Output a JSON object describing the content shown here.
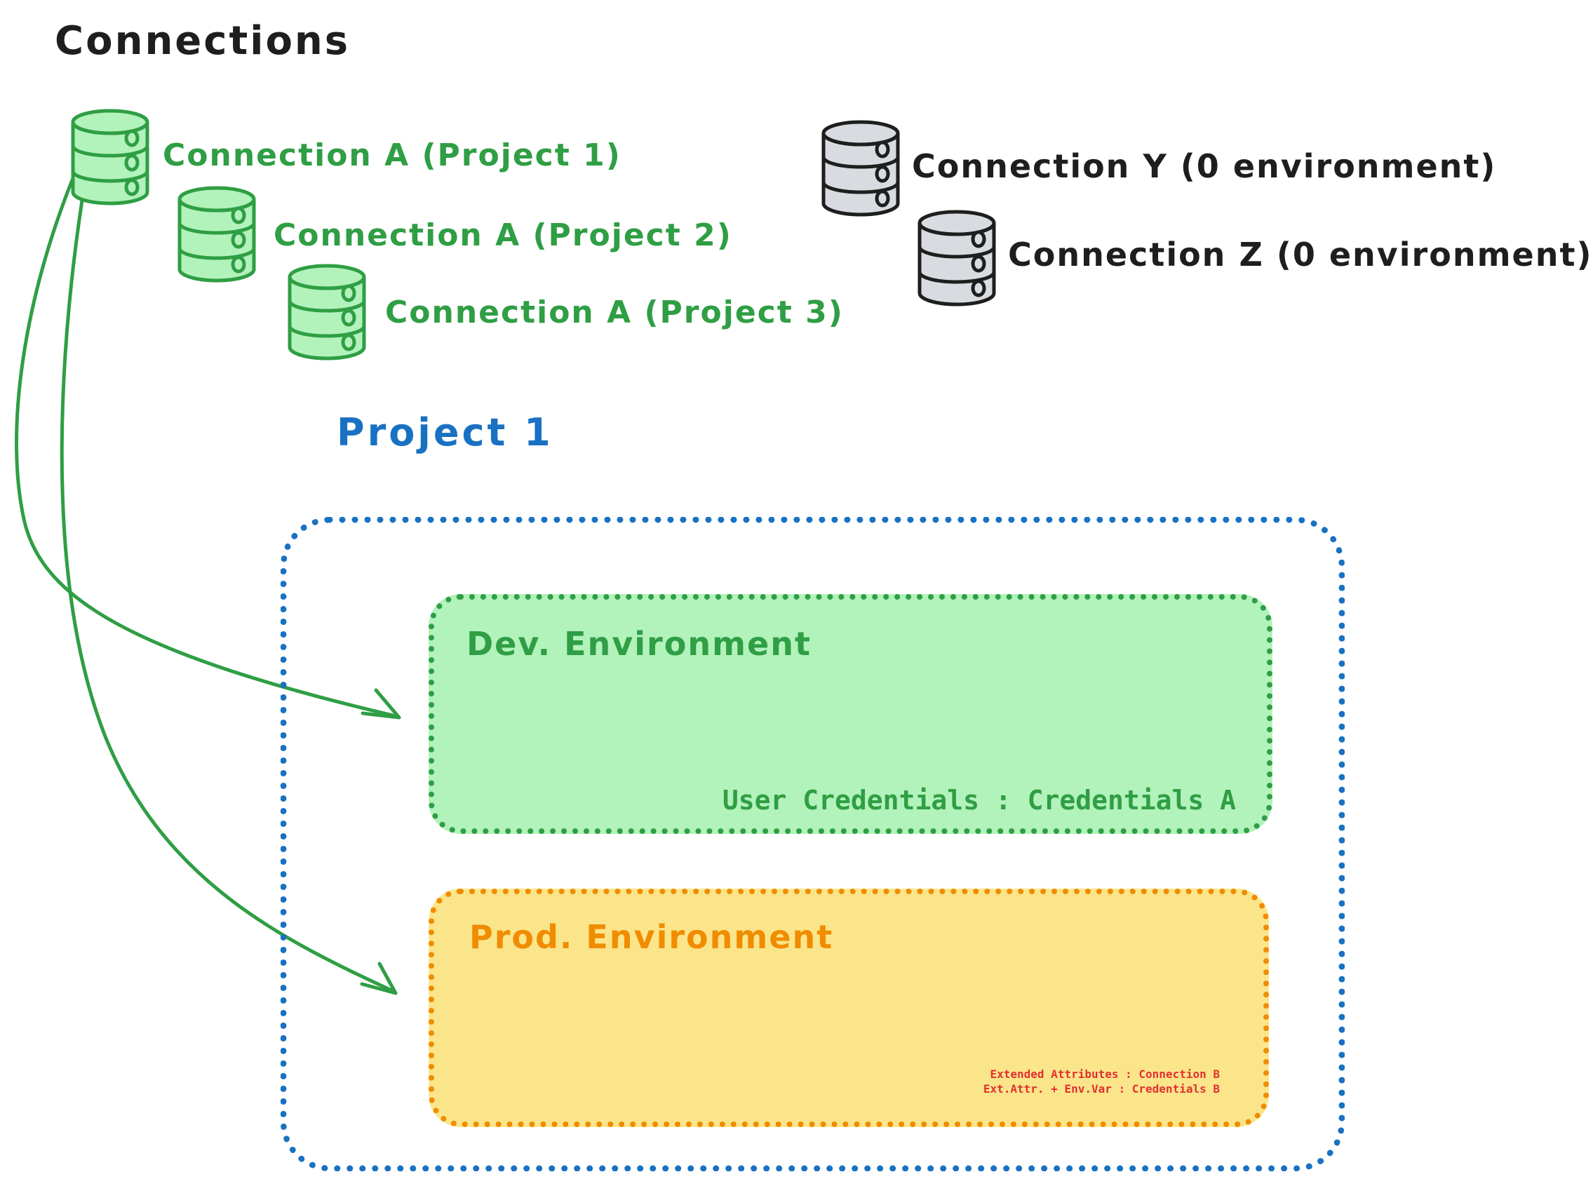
{
  "title": "Connections",
  "colors": {
    "black": "#1e1e1e",
    "green": "#2f9e44",
    "green_fill": "#b2f2bb",
    "blue": "#1971c2",
    "orange": "#f08c00",
    "orange_fill": "#fbe58a",
    "red": "#e03131",
    "gray_fill": "#d8dce0"
  },
  "connections": {
    "green": [
      {
        "label": "Connection A (Project 1)"
      },
      {
        "label": "Connection A (Project 2)"
      },
      {
        "label": "Connection A (Project 3)"
      }
    ],
    "gray": [
      {
        "label": "Connection Y (0 environment)"
      },
      {
        "label": "Connection Z (0 environment)"
      }
    ]
  },
  "project": {
    "title": "Project 1",
    "environments": [
      {
        "name": "Dev. Environment",
        "lines": [
          "User Credentials : Credentials A"
        ]
      },
      {
        "name": "Prod. Environment",
        "lines": [
          "Extended Attributes : Connection B",
          "Ext.Attr. + Env.Var : Credentials B"
        ]
      }
    ]
  }
}
